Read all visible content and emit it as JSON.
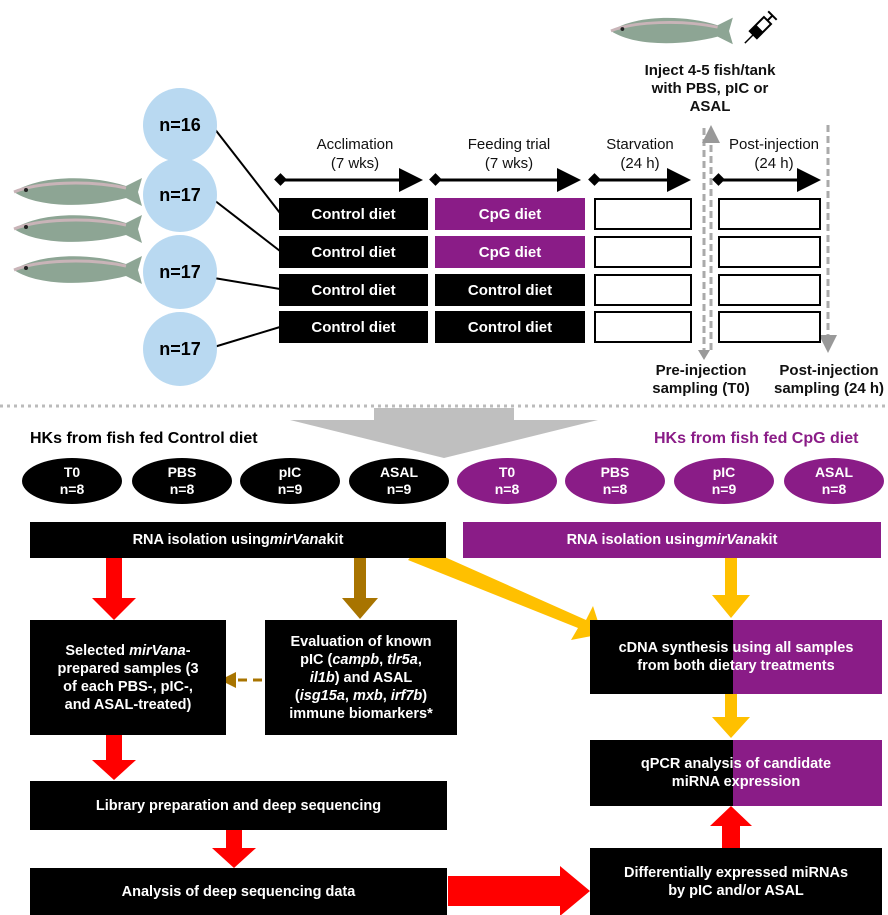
{
  "counts": [
    "n=16",
    "n=17",
    "n=17",
    "n=17"
  ],
  "phases": [
    {
      "name": "Acclimation",
      "duration": "(7 wks)"
    },
    {
      "name": "Feeding trial",
      "duration": "(7 wks)"
    },
    {
      "name": "Starvation",
      "duration": "(24 h)"
    },
    {
      "name": "Post-injection",
      "duration": "(24 h)"
    }
  ],
  "inject_note": [
    "Inject 4-5 fish/tank",
    "with PBS, pIC or",
    "ASAL"
  ],
  "diet_rows": [
    [
      "Control diet",
      "CpG diet"
    ],
    [
      "Control diet",
      "CpG diet"
    ],
    [
      "Control diet",
      "Control diet"
    ],
    [
      "Control diet",
      "Control diet"
    ]
  ],
  "sampling": {
    "pre": [
      "Pre-injection",
      "sampling (T0)"
    ],
    "post": [
      "Post-injection",
      "sampling (24 h)"
    ]
  },
  "group_headers": {
    "control": "HKs from fish fed Control diet",
    "cpg": "HKs from fish fed CpG diet"
  },
  "groups": [
    {
      "label": "T0",
      "n": "n=8"
    },
    {
      "label": "PBS",
      "n": "n=8"
    },
    {
      "label": "pIC",
      "n": "n=9"
    },
    {
      "label": "ASAL",
      "n": "n=9"
    },
    {
      "label": "T0",
      "n": "n=8"
    },
    {
      "label": "PBS",
      "n": "n=8"
    },
    {
      "label": "pIC",
      "n": "n=9"
    },
    {
      "label": "ASAL",
      "n": "n=8"
    }
  ],
  "workflow": {
    "rna_left_a": "RNA isolation using ",
    "rna_left_b": "mirVana",
    "rna_left_c": " kit",
    "rna_right_a": "RNA isolation using ",
    "rna_right_b": "mirVana",
    "rna_right_c": " kit",
    "selected": [
      "Selected ",
      "mirVana",
      "-",
      "prepared samples (3",
      "of each PBS-, pIC-,",
      "and ASAL-treated)"
    ],
    "evaluation": [
      "Evaluation of known",
      "pIC (",
      "campb",
      ", ",
      "tlr5a",
      ",",
      "il1b",
      ") and ASAL",
      "(",
      "isg15a",
      ", ",
      "mxb",
      ", ",
      "irf7b",
      ")",
      "immune biomarkers*"
    ],
    "cdna": [
      "cDNA synthesis using all samples",
      "from both dietary treatments"
    ],
    "qpcr": [
      "qPCR analysis of candidate",
      "miRNA expression"
    ],
    "library": "Library preparation and deep sequencing",
    "analysis": "Analysis of deep sequencing data",
    "diff": [
      "Differentially expressed miRNAs",
      "by pIC and/or ASAL"
    ]
  },
  "colors": {
    "purple": "#8a1c87",
    "red": "#ff0000",
    "gold": "#ffc000",
    "brown": "#a87400",
    "circle": "#b9d9f1",
    "gray": "#bfbfbf"
  }
}
